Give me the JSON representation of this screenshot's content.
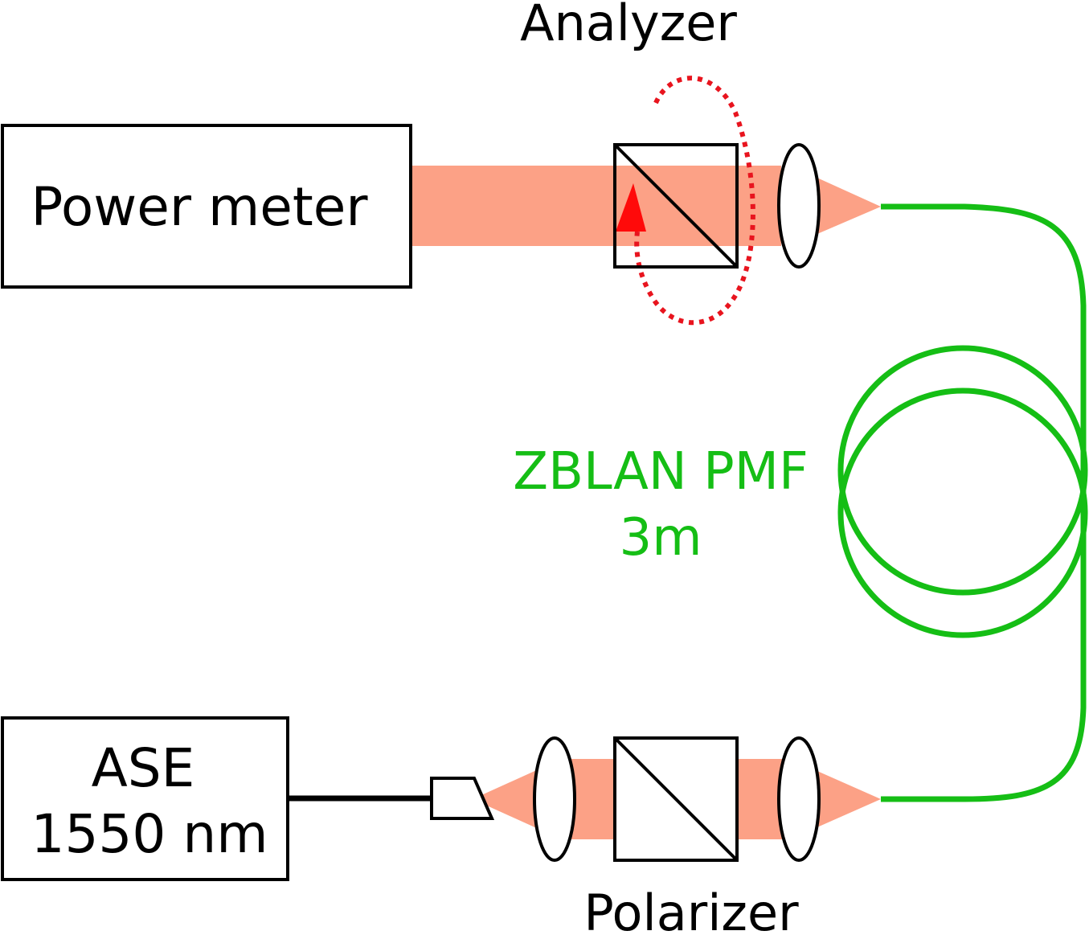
{
  "labels": {
    "analyzer": "Analyzer",
    "power_meter": "Power meter",
    "fiber_name": "ZBLAN PMF",
    "fiber_length": "3m",
    "source_line1": "ASE",
    "source_line2": "1550 nm",
    "polarizer": "Polarizer"
  },
  "colors": {
    "beam": "#FCA186",
    "fiber": "#15BE15",
    "rotation_arrow": "#E8141E",
    "outline": "#000000",
    "background": "#FFFFFF"
  },
  "icons": {
    "rotation": "rotation-arrow-icon",
    "lens": "lens-icon",
    "beam_splitter": "polarizing-beam-splitter-icon",
    "fiber_connector": "fiber-connector-icon"
  }
}
